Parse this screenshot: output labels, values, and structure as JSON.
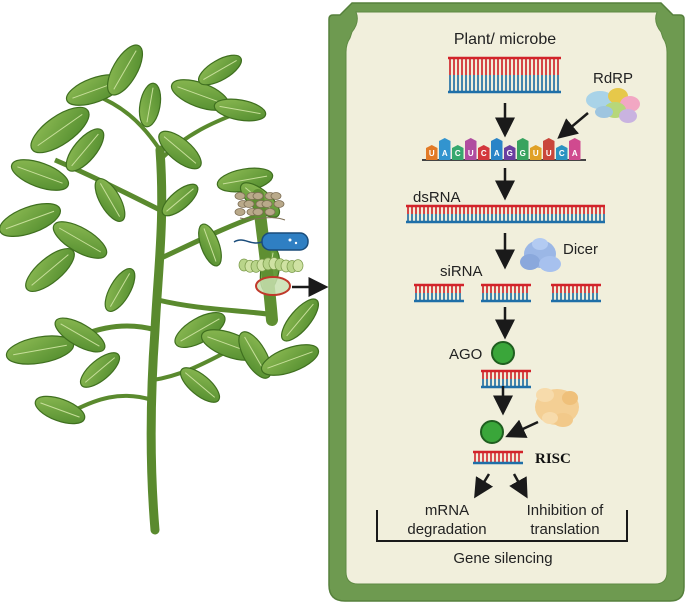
{
  "labels": {
    "plant_microbe": "Plant/ microbe",
    "rdrp": "RdRP",
    "dsrna": "dsRNA",
    "dicer": "Dicer",
    "sirna": "siRNA",
    "ago": "AGO",
    "risc": "RISC",
    "mrna_line1": "mRNA",
    "mrna_line2": "degradation",
    "inhibition_line1": "Inhibition of",
    "inhibition_line2": "translation",
    "gene_silencing": "Gene silencing"
  },
  "rna_sequence": [
    "U",
    "A",
    "C",
    "U",
    "C",
    "A",
    "G",
    "G",
    "U",
    "U",
    "C",
    "A"
  ],
  "colors": {
    "cell_wall": "#6e9a50",
    "cytoplasm": "#f1efdc",
    "strand_red": "#d2232a",
    "strand_blue": "#1f6fa8",
    "ago_green": "#3aa63a",
    "leaf": "#6f9d3e",
    "stem": "#5f8f32"
  }
}
